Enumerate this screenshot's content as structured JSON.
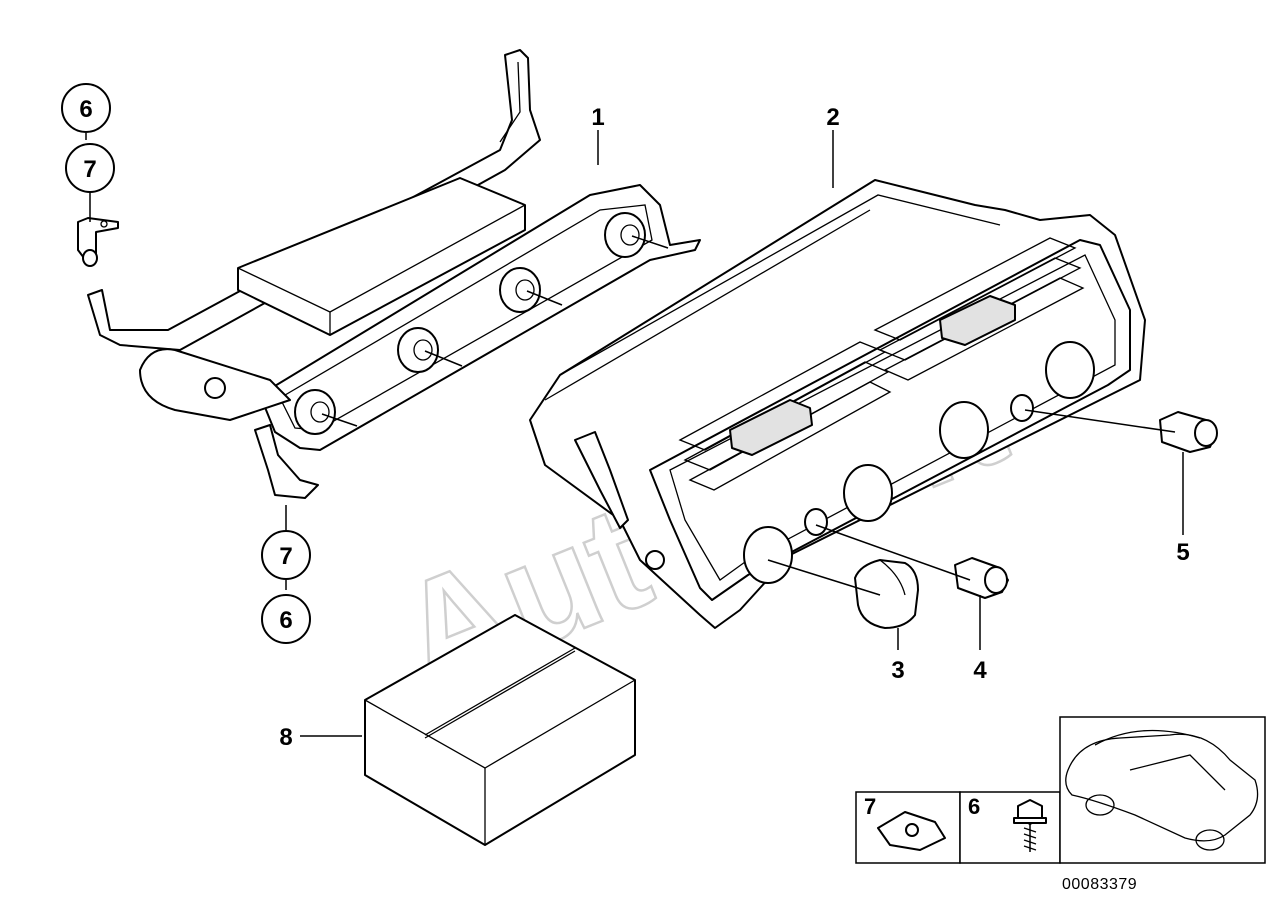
{
  "watermark": "AutoSoft",
  "document_id": "00083379",
  "callouts": {
    "c1": "1",
    "c2": "2",
    "c3": "3",
    "c4": "4",
    "c5": "5",
    "c6_top": "6",
    "c7_top": "7",
    "c7_bottom": "7",
    "c6_bottom": "6",
    "c8": "8"
  },
  "legend": {
    "item7": "7",
    "item6": "6"
  },
  "thumbnail": {
    "icon": "car-outline-icon"
  }
}
